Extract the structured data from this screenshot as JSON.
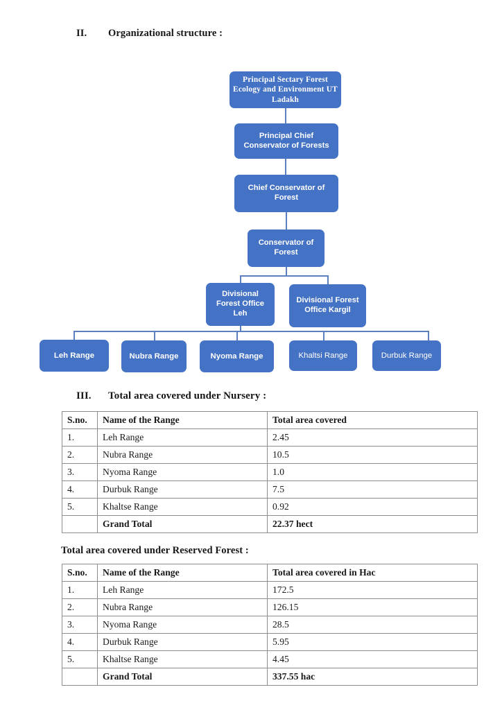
{
  "headings": {
    "section_ii": {
      "numeral": "II.",
      "text": "Organizational structure :"
    },
    "section_iii": {
      "numeral": "III.",
      "text": "Total area covered under Nursery :"
    },
    "reserved_forest": "Total area covered under Reserved Forest :"
  },
  "colors": {
    "node_fill": "#4472C4",
    "node_text": "#FFFFFF",
    "connector": "#5B7FBF",
    "table_border": "#8D8D8D"
  },
  "orgchart": {
    "nodes": {
      "secretary": "Principal Sectary Forest Ecology and Environment UT Ladakh",
      "pccf": "Principal Chief Conservator of Forests",
      "ccf": "Chief Conservator of Forest",
      "cf": "Conservator of Forest",
      "dfo_leh": "Divisional Forest Office Leh",
      "dfo_kargil": "Divisional Forest Office Kargil",
      "leh_range": "Leh Range",
      "nubra_range": "Nubra Range",
      "nyoma_range": "Nyoma Range",
      "khaltsi_range": "Khaltsi Range",
      "durbuk_range": "Durbuk Range"
    }
  },
  "table_nursery": {
    "columns": [
      "S.no.",
      "Name of the Range",
      "Total area covered"
    ],
    "rows": [
      {
        "sno": "1.",
        "name": "Leh Range",
        "value": "2.45"
      },
      {
        "sno": "2.",
        "name": "Nubra Range",
        "value": "10.5"
      },
      {
        "sno": "3.",
        "name": "Nyoma Range",
        "value": "1.0"
      },
      {
        "sno": "4.",
        "name": "Durbuk Range",
        "value": "7.5"
      },
      {
        "sno": "5.",
        "name": "Khaltse Range",
        "value": "0.92"
      },
      {
        "sno": "",
        "name": "Grand Total",
        "value": "22.37 hect"
      }
    ]
  },
  "table_reserved": {
    "columns": [
      "S.no.",
      "Name of the Range",
      "Total area covered in Hac"
    ],
    "rows": [
      {
        "sno": "1.",
        "name": "Leh Range",
        "value": "172.5"
      },
      {
        "sno": "2.",
        "name": "Nubra Range",
        "value": "126.15"
      },
      {
        "sno": "3.",
        "name": "Nyoma Range",
        "value": "28.5"
      },
      {
        "sno": "4.",
        "name": "Durbuk Range",
        "value": "5.95"
      },
      {
        "sno": "5.",
        "name": "Khaltse Range",
        "value": "4.45"
      },
      {
        "sno": "",
        "name": "Grand Total",
        "value": "337.55 hac"
      }
    ]
  }
}
